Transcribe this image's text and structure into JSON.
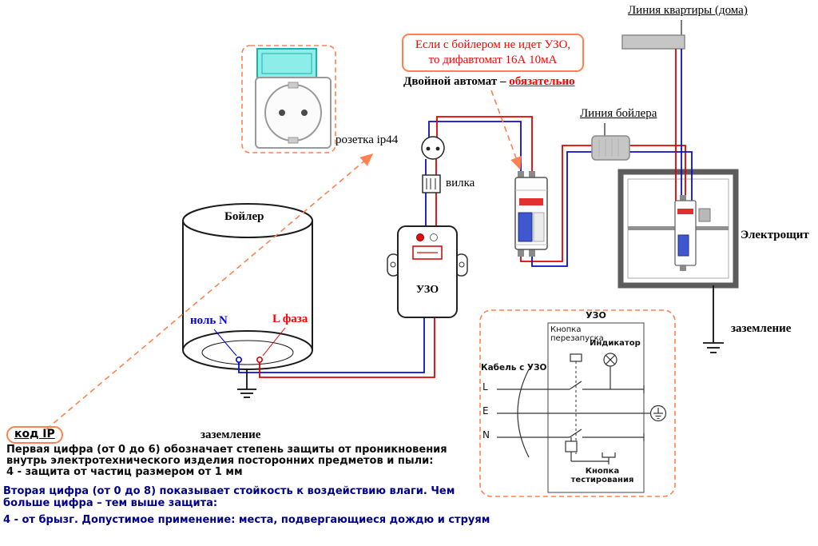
{
  "diagram": {
    "apartment_line_label": "Линия квартиры (дома)",
    "boiler_line_label": "Линия бойлера",
    "callout": {
      "line1": "Если с бойлером не идет УЗО,",
      "line2": "то дифавтомат 16А 10мА"
    },
    "double_breaker": {
      "prefix": "Двойной автомат – ",
      "highlight": "обязательно"
    },
    "socket_label": "розетка ip44",
    "plug_label": "вилка",
    "boiler_label": "Бойлер",
    "neutral_label": "ноль N",
    "phase_label": "L фаза",
    "uzo_label": "УЗО",
    "panel_label": "Электрощит",
    "ground_label_panel": "заземление",
    "ground_label_boiler": "заземление"
  },
  "uzo_schematic": {
    "title": "УЗО",
    "cable_label": "Кабель с УЗО",
    "reset_button_label": "Кнопка перезапуска",
    "indicator_label": "Индикатор",
    "test_button_label": "Кнопка тестирования",
    "terminals": [
      "L",
      "E",
      "N"
    ]
  },
  "ip_note": {
    "tag": "код IP",
    "first_digit": [
      "Первая цифра (от 0 до 6) обозначает степень защиты от проникновения",
      "внутрь электротехнического изделия посторонних предметов и пыли:",
      " 4 - защита от частиц размером от 1 мм"
    ],
    "second_digit": [
      "Вторая цифра (от 0 до 8) показывает стойкость к воздействию влаги. Чем",
      "больше цифра – тем выше защита:",
      "4 - от брызг. Допустимое применение: места, подвергающиеся дождю и струям"
    ]
  },
  "colors": {
    "accent_orange": "#ff8050",
    "wire_red": "#e00000",
    "wire_blue": "#0d0dcf",
    "callout_red": "#ff0000",
    "note_navy": "#00008b",
    "lid_cyan": "#8deee9"
  }
}
